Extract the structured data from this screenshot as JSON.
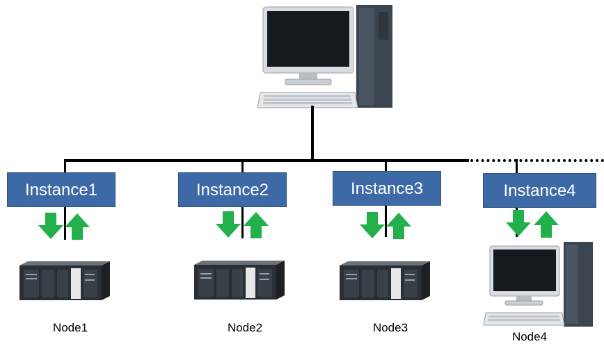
{
  "instances": [
    {
      "label": "Instance1"
    },
    {
      "label": "Instance2"
    },
    {
      "label": "Instance3"
    },
    {
      "label": "Instance4"
    }
  ],
  "nodes": [
    {
      "label": "Node1",
      "device": "plc-controller"
    },
    {
      "label": "Node2",
      "device": "plc-controller"
    },
    {
      "label": "Node3",
      "device": "plc-controller"
    },
    {
      "label": "Node4",
      "device": "desktop-computer"
    }
  ],
  "host": {
    "device": "desktop-computer"
  },
  "colors": {
    "instance_fill": "#3d6aa6",
    "instance_text": "#ffffff",
    "arrow": "#22b04b",
    "line": "#000000"
  },
  "icons": [
    "down-arrow-icon",
    "up-arrow-icon",
    "desktop-computer-icon",
    "plc-controller-icon"
  ]
}
